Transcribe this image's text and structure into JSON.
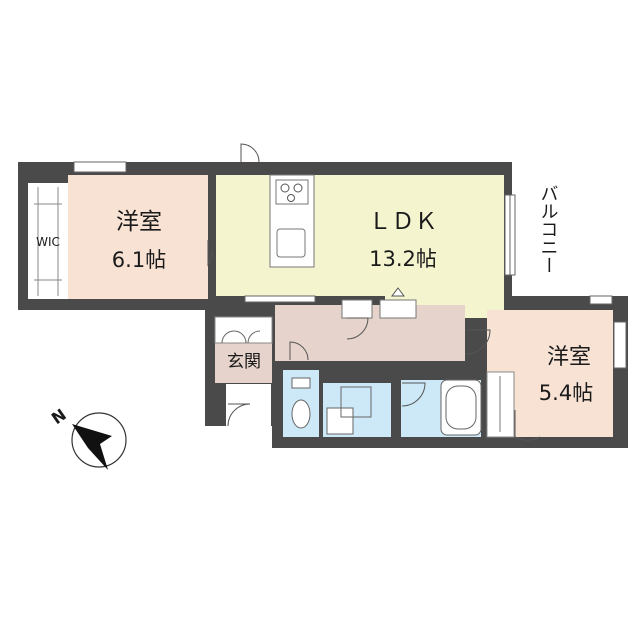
{
  "rooms": {
    "western_room_1": {
      "name": "洋室",
      "size": "6.1帖"
    },
    "ldk": {
      "name": "ＬＤＫ",
      "size": "13.2帖"
    },
    "balcony": {
      "name": "バルコニー"
    },
    "wic": {
      "name": "WIC"
    },
    "entrance": {
      "name": "玄関"
    },
    "western_room_2": {
      "name": "洋室",
      "size": "5.4帖"
    }
  },
  "compass": {
    "label": "N"
  },
  "colors": {
    "wall": "#4a4a4a",
    "western_room": "#f7e2d4",
    "ldk": "#f4f5cf",
    "hallway": "#e6d3cc",
    "wet_area": "#cde8f6",
    "white_area": "#ffffff"
  }
}
